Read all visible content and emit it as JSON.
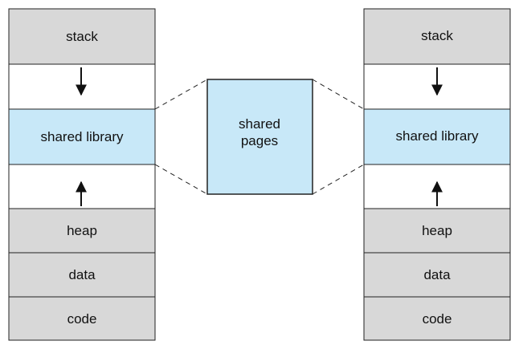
{
  "colors": {
    "segment_fill": "#d8d8d8",
    "shared_fill": "#c8e8f8",
    "empty_fill": "#ffffff",
    "stroke": "#222222"
  },
  "left_memory": {
    "stack": "stack",
    "shared_library": "shared library",
    "heap": "heap",
    "data": "data",
    "code": "code"
  },
  "shared_pages": {
    "line1": "shared",
    "line2": "pages"
  },
  "right_memory": {
    "stack": "stack",
    "shared_library": "shared library",
    "heap": "heap",
    "data": "data",
    "code": "code"
  }
}
